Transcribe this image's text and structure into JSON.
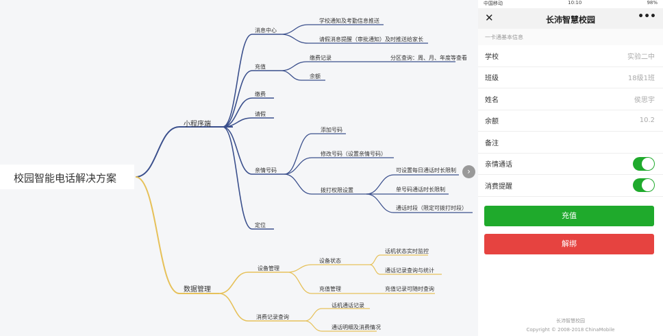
{
  "mindmap": {
    "root": "校园智能电话解决方案",
    "colors": {
      "blue": "#3a4f8c",
      "yellow": "#e6c15a"
    },
    "blue_branch": {
      "label": "小程序端",
      "children": [
        {
          "label": "消息中心",
          "children": [
            "学校通知及考勤信息推送",
            "请假消息提醒（审批通知）及时推送给家长"
          ]
        },
        {
          "label": "充值",
          "children": [
            "缴费记录",
            "余额"
          ],
          "note": "分区查询：周、月、年度等查看"
        },
        {
          "label": "缴费"
        },
        {
          "label": "请假"
        },
        {
          "label": "亲情号码",
          "children": [
            "添加号码",
            "修改号码（设置亲情号码）",
            "拨打权限设置"
          ],
          "sub": [
            "可设置每日通话时长限制",
            "单号码通话时长限制",
            "通话时段（限定可拨打时段）"
          ]
        },
        {
          "label": "定位"
        }
      ]
    },
    "yellow_branch": {
      "label": "数据管理",
      "children": [
        {
          "label": "设备管理",
          "children": [
            "设备状态",
            "充值管理"
          ],
          "sub": [
            "话机状态实时监控",
            "通话记录查询与统计",
            "充值记录可随时查询"
          ]
        },
        {
          "label": "消费记录查询",
          "children": [
            "话机通话记录",
            "通话明细及消费情况"
          ]
        }
      ]
    }
  },
  "phone": {
    "status": {
      "carrier": "中国移动",
      "time": "10:10",
      "battery": "98%"
    },
    "title": "长沛智慧校园",
    "subtitle": "一卡通基本信息",
    "rows": [
      {
        "label": "学校",
        "value": "实验二中"
      },
      {
        "label": "班级",
        "value": "18级1班"
      },
      {
        "label": "姓名",
        "value": "侯思宇"
      },
      {
        "label": "余额",
        "value": "10.2"
      },
      {
        "label": "备注",
        "value": ""
      }
    ],
    "toggles": [
      {
        "label": "亲情通话",
        "on": true
      },
      {
        "label": "消费提醒",
        "on": true
      }
    ],
    "recharge_button": "充值",
    "unbind_button": "解绑",
    "footer": "长沛智慧校园",
    "copyright": "Copyright © 2008-2018 ChinaMobile"
  }
}
